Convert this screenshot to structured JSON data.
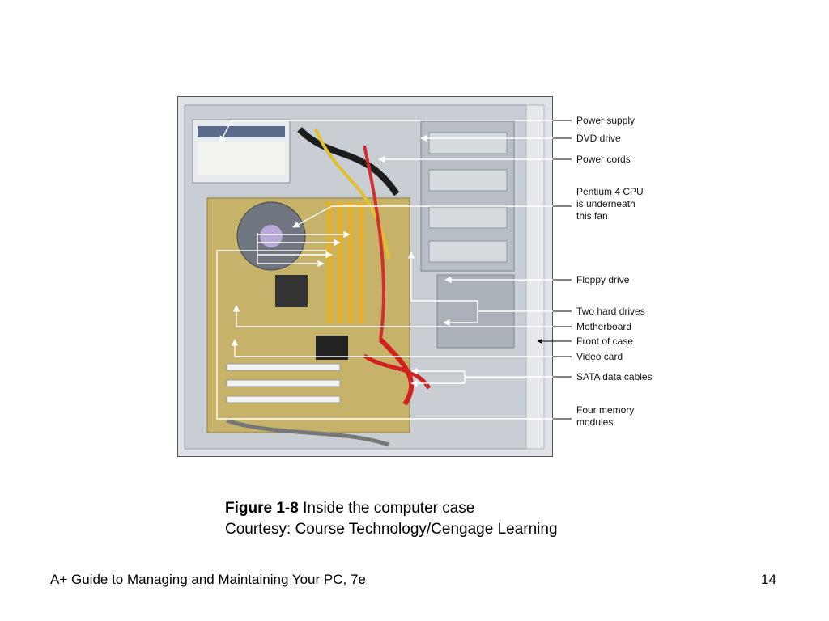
{
  "figure": {
    "callouts": [
      {
        "id": "power-supply",
        "text": "Power supply"
      },
      {
        "id": "dvd-drive",
        "text": "DVD drive"
      },
      {
        "id": "power-cords",
        "text": "Power cords"
      },
      {
        "id": "cpu",
        "text": "Pentium 4 CPU\nis underneath\nthis fan"
      },
      {
        "id": "floppy-drive",
        "text": "Floppy drive"
      },
      {
        "id": "hard-drives",
        "text": "Two hard drives"
      },
      {
        "id": "motherboard",
        "text": "Motherboard"
      },
      {
        "id": "front-of-case",
        "text": "Front of case"
      },
      {
        "id": "video-card",
        "text": "Video card"
      },
      {
        "id": "sata-cables",
        "text": "SATA data cables"
      },
      {
        "id": "memory-modules",
        "text": "Four memory\nmodules"
      }
    ]
  },
  "caption": {
    "figure_number": "Figure 1-8",
    "title": "Inside the computer case",
    "credit": "Courtesy: Course Technology/Cengage Learning"
  },
  "footer": {
    "book_title": "A+ Guide to Managing and Maintaining Your PC, 7e",
    "page_number": "14"
  }
}
